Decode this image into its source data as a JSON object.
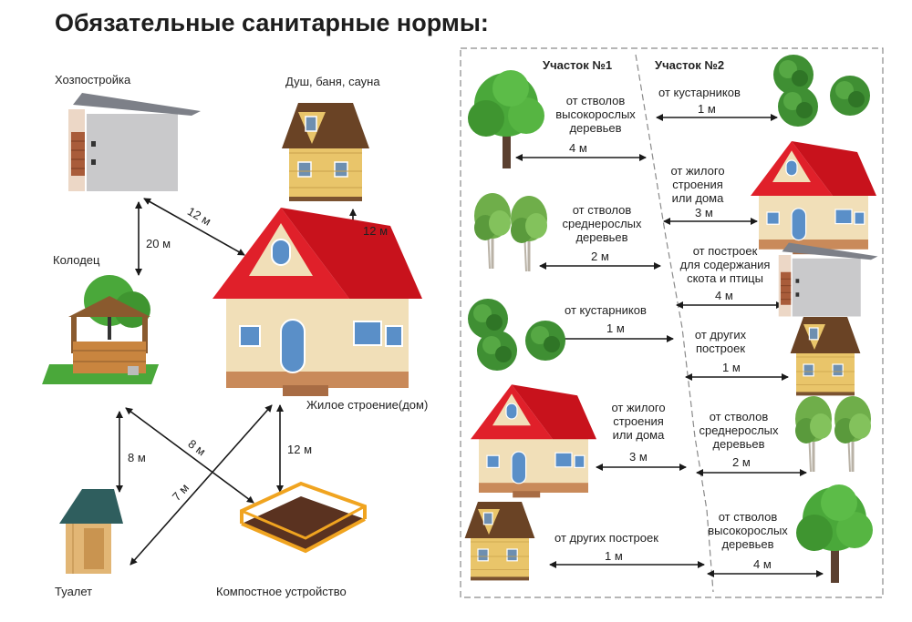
{
  "title": "Обязательные санитарные нормы:",
  "left": {
    "labels": {
      "outbuilding": "Хозпостройка",
      "bath": "Душ, баня, сауна",
      "well": "Колодец",
      "house": "Жилое строение(дом)",
      "toilet": "Туалет",
      "compost": "Компостное устройство"
    },
    "distances": {
      "outbuilding_house": "12 м",
      "outbuilding_well": "20 м",
      "bath_house": "12 м",
      "well_toilet": "8 м",
      "well_compost": "8 м",
      "toilet_house": "7 м",
      "house_compost": "12 м"
    }
  },
  "right": {
    "plot1": "Участок №1",
    "plot2": "Участок №2",
    "left_rows": [
      {
        "text": [
          "от стволов",
          "высокорослых",
          "деревьев"
        ],
        "dist": "4 м"
      },
      {
        "text": [
          "от стволов",
          "среднерослых",
          "деревьев"
        ],
        "dist": "2 м"
      },
      {
        "text": [
          "от кустарников"
        ],
        "dist": "1 м"
      },
      {
        "text": [
          "от жилого",
          "строения",
          "или дома"
        ],
        "dist": "3 м"
      },
      {
        "text": [
          "от других построек"
        ],
        "dist": "1 м"
      }
    ],
    "right_rows": [
      {
        "text": [
          "от кустарников"
        ],
        "dist": "1 м"
      },
      {
        "text": [
          "от жилого",
          "строения",
          "или дома"
        ],
        "dist": "3 м"
      },
      {
        "text": [
          "от построек",
          "для содержания",
          "скота и птицы"
        ],
        "dist": "4 м"
      },
      {
        "text": [
          "от других",
          "построек"
        ],
        "dist": "1 м"
      },
      {
        "text": [
          "от стволов",
          "среднерослых",
          "деревьев"
        ],
        "dist": "2 м"
      },
      {
        "text": [
          "от стволов",
          "высокорослых",
          "деревьев"
        ],
        "dist": "4 м"
      }
    ]
  },
  "colors": {
    "roof_red": "#e0202a",
    "wall_cream": "#f1dfb8",
    "wood_yellow": "#e9c56a",
    "roof_brown": "#6a4325",
    "tree_green": "#4aa83a",
    "shed_gray": "#c9c9cb",
    "arrow": "#1a1a1a"
  }
}
